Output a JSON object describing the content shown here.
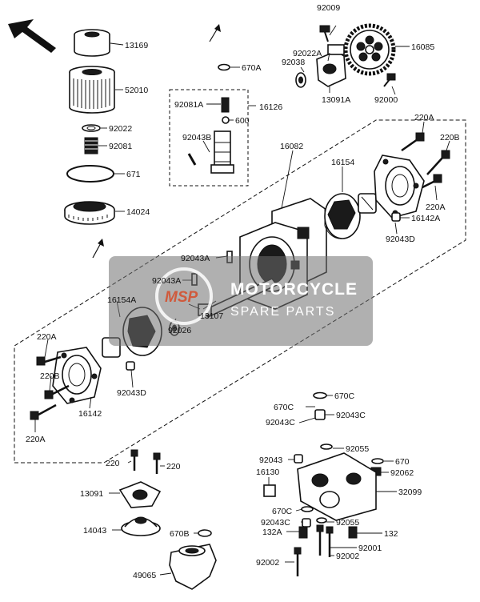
{
  "watermark": {
    "logo": "MSP",
    "line1": "MOTORCYCLE",
    "line2": "SPARE PARTS"
  },
  "labels": [
    {
      "id": "92009",
      "text": "92009"
    },
    {
      "id": "13169",
      "text": "13169"
    },
    {
      "id": "16085",
      "text": "16085"
    },
    {
      "id": "92022A",
      "text": "92022A"
    },
    {
      "id": "92038",
      "text": "92038"
    },
    {
      "id": "670A",
      "text": "670A"
    },
    {
      "id": "52010",
      "text": "52010"
    },
    {
      "id": "13091A",
      "text": "13091A"
    },
    {
      "id": "92000",
      "text": "92000"
    },
    {
      "id": "92081A",
      "text": "92081A"
    },
    {
      "id": "16126",
      "text": "16126"
    },
    {
      "id": "600",
      "text": "600"
    },
    {
      "id": "92022",
      "text": "92022"
    },
    {
      "id": "92081",
      "text": "92081"
    },
    {
      "id": "220A-top",
      "text": "220A"
    },
    {
      "id": "220B-top",
      "text": "220B"
    },
    {
      "id": "92043B",
      "text": "92043B"
    },
    {
      "id": "16082",
      "text": "16082"
    },
    {
      "id": "671",
      "text": "671"
    },
    {
      "id": "16154",
      "text": "16154"
    },
    {
      "id": "14024",
      "text": "14024"
    },
    {
      "id": "220A-right",
      "text": "220A"
    },
    {
      "id": "16142A",
      "text": "16142A"
    },
    {
      "id": "92043D-top",
      "text": "92043D"
    },
    {
      "id": "92043A-upper",
      "text": "92043A"
    },
    {
      "id": "92043A-lower",
      "text": "92043A"
    },
    {
      "id": "16154A",
      "text": "16154A"
    },
    {
      "id": "13107",
      "text": "13107"
    },
    {
      "id": "92026",
      "text": "92026"
    },
    {
      "id": "220A-left",
      "text": "220A"
    },
    {
      "id": "220B-left",
      "text": "220B"
    },
    {
      "id": "92043D-bottom",
      "text": "92043D"
    },
    {
      "id": "16142",
      "text": "16142"
    },
    {
      "id": "220A-bottom",
      "text": "220A"
    },
    {
      "id": "670C-top",
      "text": "670C"
    },
    {
      "id": "670C-right",
      "text": "670C"
    },
    {
      "id": "92043C-left",
      "text": "92043C"
    },
    {
      "id": "92043C-right",
      "text": "92043C"
    },
    {
      "id": "92055-top",
      "text": "92055"
    },
    {
      "id": "92043",
      "text": "92043"
    },
    {
      "id": "670",
      "text": "670"
    },
    {
      "id": "220-left",
      "text": "220"
    },
    {
      "id": "220-right",
      "text": "220"
    },
    {
      "id": "92062",
      "text": "92062"
    },
    {
      "id": "16130",
      "text": "16130"
    },
    {
      "id": "32099",
      "text": "32099"
    },
    {
      "id": "13091",
      "text": "13091"
    },
    {
      "id": "670C-bottom",
      "text": "670C"
    },
    {
      "id": "92043C-bottom",
      "text": "92043C"
    },
    {
      "id": "92055-bottom",
      "text": "92055"
    },
    {
      "id": "14043",
      "text": "14043"
    },
    {
      "id": "670B",
      "text": "670B"
    },
    {
      "id": "132A",
      "text": "132A"
    },
    {
      "id": "132",
      "text": "132"
    },
    {
      "id": "92001",
      "text": "92001"
    },
    {
      "id": "92002-left",
      "text": "92002"
    },
    {
      "id": "92002-right",
      "text": "92002"
    },
    {
      "id": "49065",
      "text": "49065"
    }
  ]
}
